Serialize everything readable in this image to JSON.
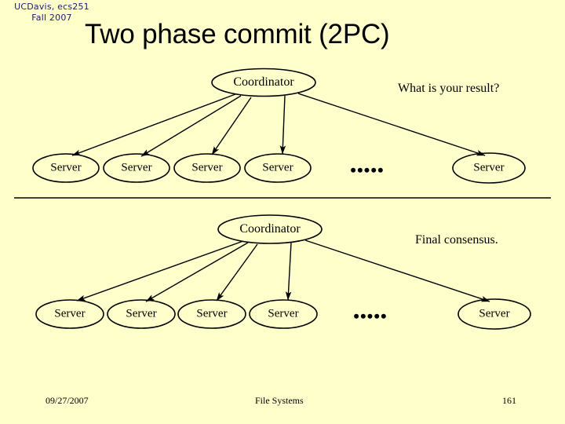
{
  "slide": {
    "background_color": "#ffffcc",
    "course_tag": {
      "line1": "UCDavis, ecs251",
      "line2": "Fall 2007",
      "color": "#1b1b6f"
    },
    "title": "Two phase commit (2PC)"
  },
  "phase_one": {
    "coordinator_label": "Coordinator",
    "annotation": "What is your result?",
    "ellipsis": "•••••",
    "servers": [
      {
        "label": "Server"
      },
      {
        "label": "Server"
      },
      {
        "label": "Server"
      },
      {
        "label": "Server"
      },
      {
        "label": "Server"
      }
    ]
  },
  "phase_two": {
    "coordinator_label": "Coordinator",
    "annotation": "Final consensus.",
    "ellipsis": "•••••",
    "servers": [
      {
        "label": "Server"
      },
      {
        "label": "Server"
      },
      {
        "label": "Server"
      },
      {
        "label": "Server"
      },
      {
        "label": "Server"
      }
    ]
  },
  "footer": {
    "date": "09/27/2007",
    "title": "File Systems",
    "page": "161"
  }
}
